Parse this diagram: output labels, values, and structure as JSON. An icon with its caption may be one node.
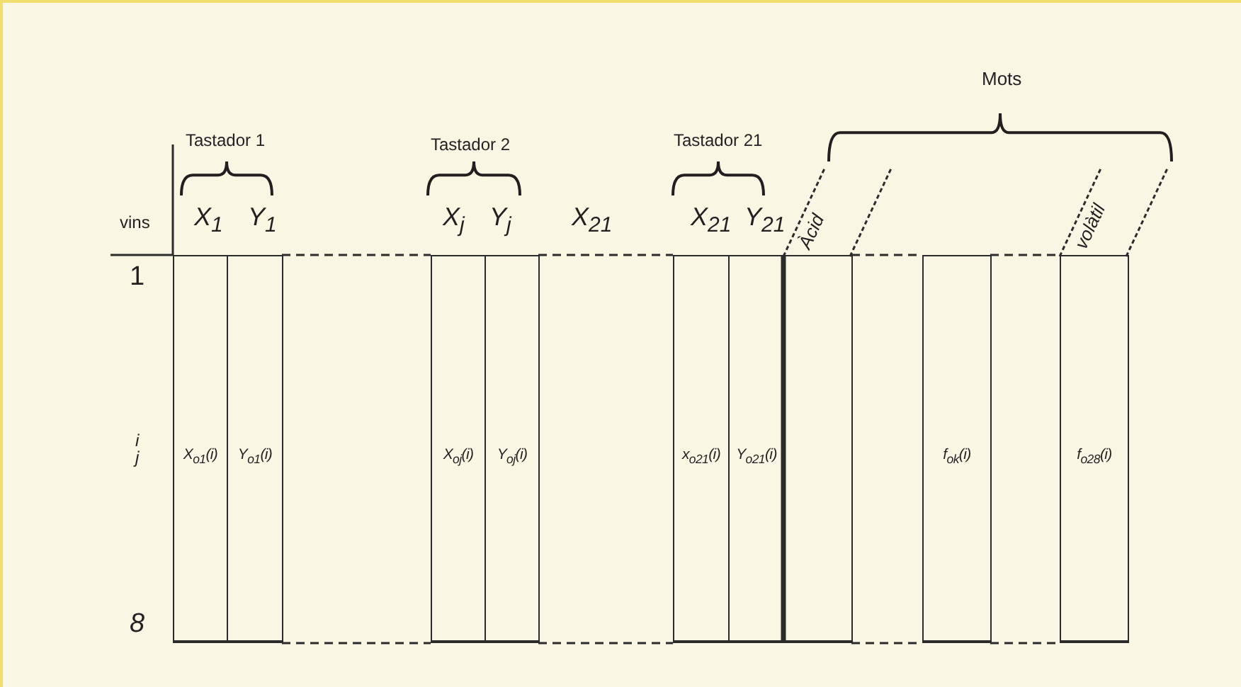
{
  "diagram": {
    "nodes": [
      {
        "text": [
          "X$_{o1}$(i)"
        ]
      },
      {
        "text": [
          "Y$_{o1}$(i)"
        ]
      },
      {
        "text": [
          "X$_{oj}$(i)"
        ]
      },
      {
        "text": [
          "Y$_{oj}$(i)"
        ]
      },
      {
        "text": [
          "x$_{o21}$(i)"
        ]
      },
      {
        "text": [
          "Y$_{o21}$(i)"
        ]
      },
      {
        "text": [
          "Àcid"
        ]
      },
      {
        "text": [
          "f$_{ok}$(i)"
        ]
      },
      {
        "text": [
          "volàtil",
          "f$_{o28}$(i)"
        ]
      }
    ],
    "labels": [
      "Mots",
      "Tastador 1",
      "Tastador 2",
      "Tastador 21",
      "vins",
      "X$_{1}$",
      "Y$_{1}$",
      "X$_{j}$",
      "Y$_{j}$",
      "X$_{21}$",
      "X$_{21}$",
      "Y$_{21}$",
      "1",
      "i",
      "j",
      "8"
    ]
  }
}
